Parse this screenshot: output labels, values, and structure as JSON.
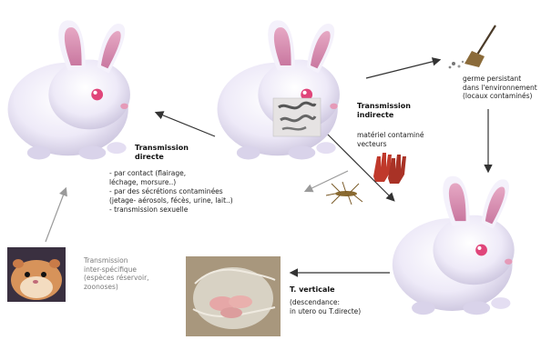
{
  "title": "",
  "transmission_directe": {
    "heading": "Transmission\ndirecte",
    "items": [
      "- par contact (flairage,\n  léchage, morsure..)",
      "- par des sécrétions contaminées\n  (jetage- aérosols, fécès, urine, lait..)",
      "- transmission sexuelle"
    ]
  },
  "transmission_indirecte": {
    "heading": "Transmission\nindirecte",
    "vector_label": "matériel contaminé\nvecteurs"
  },
  "germe": {
    "label": "germe persistant\ndans l'environnement\n(locaux contaminés)"
  },
  "inter_specifique": {
    "label": "Transmission\ninter-spécifique\n(espèces réservoir,\nzoonoses)"
  },
  "verticale": {
    "heading": "T. verticale",
    "label": "(descendance:\nin utero ou T.directe)"
  },
  "colors": {
    "rabbit_fur": "#f1eefa",
    "rabbit_shade": "#c9c2dc",
    "ear_inner": "#d98fb2",
    "eye": "#e0457a",
    "arrow": "#333333",
    "arrow_grey": "#9a9a9a",
    "glove": "#c0392b",
    "hamster": "#d7935a",
    "nest": "#b9a88e"
  },
  "icons": [
    "rabbit-icon",
    "germ-micrograph-icon",
    "broom-icon",
    "gloves-icon",
    "mosquito-icon",
    "hamster-photo",
    "nest-photo"
  ]
}
